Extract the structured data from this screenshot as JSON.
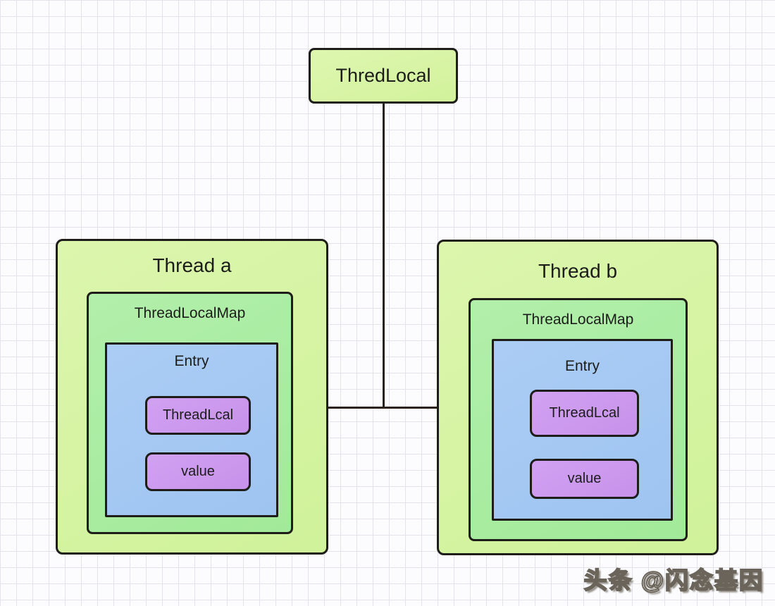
{
  "diagram": {
    "root_label": "ThredLocal",
    "threads": [
      {
        "title": "Thread a",
        "map_label": "ThreadLocalMap",
        "entry_label": "Entry",
        "key_label": "ThreadLcal",
        "value_label": "value"
      },
      {
        "title": "Thread b",
        "map_label": "ThreadLocalMap",
        "entry_label": "Entry",
        "key_label": "ThreadLcal",
        "value_label": "value"
      }
    ],
    "connectors": {
      "root_to_junction": "vertical-line",
      "junction_to_threads": "double-headed-horizontal-arrow"
    },
    "colors": {
      "thread_fill": "#d6f4a3",
      "map_fill": "#a9eca1",
      "entry_fill": "#a5c9f3",
      "node_fill": "#cc99ee",
      "border": "#1e1d19",
      "arrow": "#32251b",
      "grid_line": "#e3e3eb",
      "background": "#fcfcfe"
    }
  },
  "watermark": {
    "text": "头条 @闪念基因"
  }
}
